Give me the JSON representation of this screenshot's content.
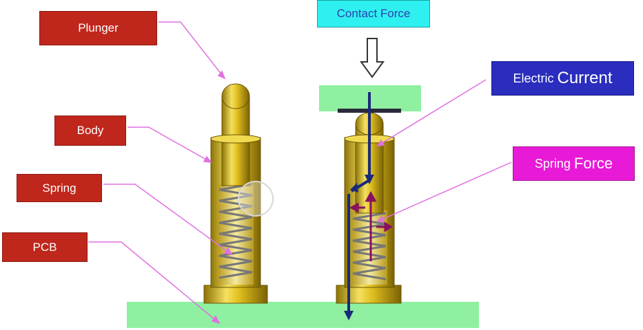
{
  "labels": {
    "plunger": "Plunger",
    "body": "Body",
    "spring": "Spring",
    "pcb": "PCB",
    "contact_force": "Contact Force",
    "electric": "Electric",
    "current": "Current",
    "spring_word": "Spring",
    "force_word": "Force"
  },
  "colors": {
    "label_red": "#c0271c",
    "contact_cyan": "#2ff0f0",
    "current_blue": "#2a2dbd",
    "spring_magenta": "#e81ad8",
    "pcb_green": "#8ef0a0",
    "brass": "#d4b21c",
    "leader_pink": "#e070e0",
    "current_arrow": "#1a2a7a",
    "force_arrow": "#8a1060"
  }
}
